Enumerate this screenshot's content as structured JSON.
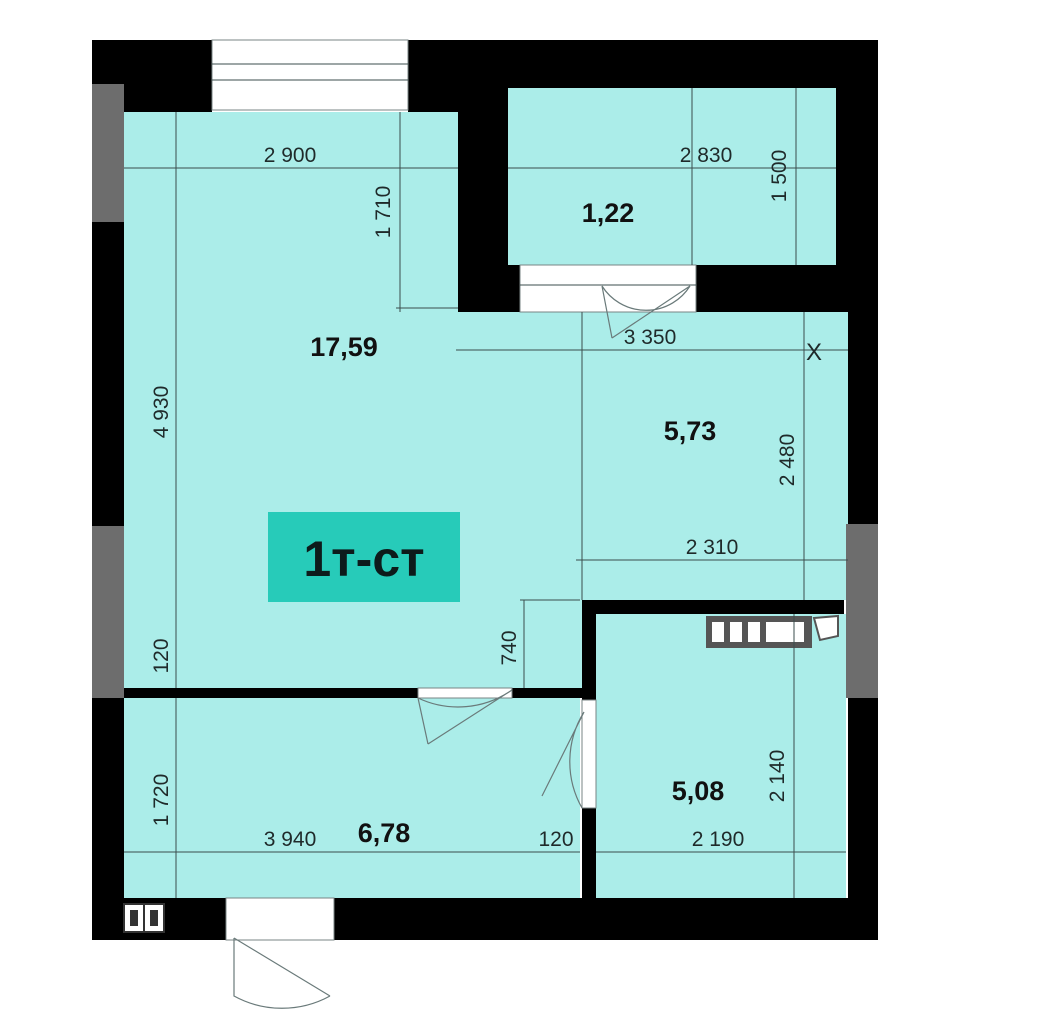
{
  "colors": {
    "room_fill": "#abede9",
    "wall": "#000000",
    "wall_accent": "#6d6d6d",
    "badge_fill": "#27cbb9"
  },
  "plan_label": "1т-ст",
  "rooms": {
    "living": {
      "area": "17,59"
    },
    "balcony": {
      "area": "1,22"
    },
    "kitchen": {
      "area": "5,73"
    },
    "hall": {
      "area": "6,78"
    },
    "bath": {
      "area": "5,08"
    }
  },
  "dimensions": {
    "living_width": "2 900",
    "living_window_offset": "1 710",
    "living_height": "4 930",
    "living_wall_120": "120",
    "balcony_width": "2 830",
    "balcony_depth": "1 500",
    "kitchen_width": "3 350",
    "kitchen_depth": "2 480",
    "kitchen_inner": "2 310",
    "niche_740": "740",
    "hall_height": "1 720",
    "hall_width": "3 940",
    "hall_wall_120": "120",
    "bath_height": "2 140",
    "bath_width": "2 190"
  },
  "markers": {
    "kitchen_x": "X"
  },
  "icons": [
    "door-swing-icon",
    "window-icon",
    "stove-icon",
    "electrical-panel-icon"
  ]
}
